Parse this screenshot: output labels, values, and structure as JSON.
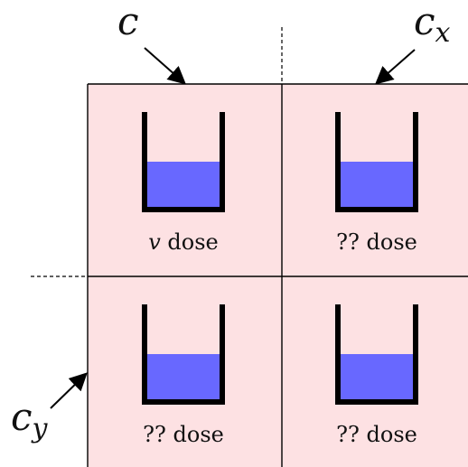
{
  "colors": {
    "cell_fill": "#fde1e3",
    "liquid": "#6868ff",
    "cup": "#000000",
    "line": "#000000"
  },
  "labels": {
    "corner_main": "c",
    "corner_x_base": "c",
    "corner_x_sub": "x",
    "corner_y_base": "c",
    "corner_y_sub": "y"
  },
  "cells": [
    {
      "prefix": "v",
      "suffix": " dose",
      "prefix_italic": true,
      "fill_level": 0.48
    },
    {
      "prefix": "??",
      "suffix": " dose",
      "prefix_italic": false,
      "fill_level": 0.48
    },
    {
      "prefix": "??",
      "suffix": " dose",
      "prefix_italic": false,
      "fill_level": 0.48
    },
    {
      "prefix": "??",
      "suffix": " dose",
      "prefix_italic": false,
      "fill_level": 0.48
    }
  ],
  "icons": {
    "cup": "beaker-icon",
    "arrow": "arrow-icon"
  }
}
